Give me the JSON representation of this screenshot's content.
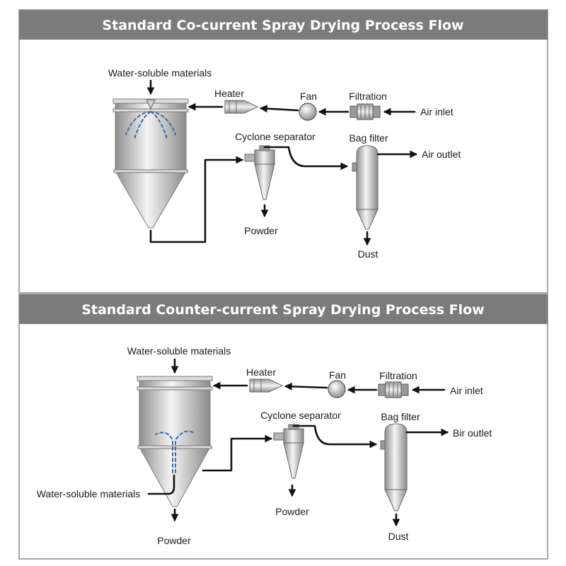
{
  "panels": [
    {
      "title": "Standard Co-current Spray Drying Process Flow",
      "labels": {
        "feed": "Water-soluble materials",
        "heater": "Heater",
        "fan": "Fan",
        "filtration": "Filtration",
        "air_inlet": "Air inlet",
        "cyclone": "Cyclone separator",
        "bag_filter": "Bag filter",
        "air_outlet": "Air outlet",
        "powder": "Powder",
        "dust": "Dust"
      }
    },
    {
      "title": "Standard Counter-current Spray Drying Process Flow",
      "labels": {
        "feed": "Water-soluble materials",
        "heater": "Heater",
        "fan": "Fan",
        "filtration": "Filtration",
        "air_inlet": "Air inlet",
        "cyclone": "Cyclone separator",
        "bag_filter": "Bag filter",
        "air_outlet": "Bir outlet",
        "side_feed": "Water-soluble materials",
        "chamber_powder": "Powder",
        "cyclone_powder": "Powder",
        "dust": "Dust"
      }
    }
  ],
  "colors": {
    "title_bar": "#7b7b7b",
    "steel_dark": "#8e8e8e",
    "steel_light": "#f4f4f4",
    "spray": "#3a6aa8",
    "line": "#111111"
  }
}
